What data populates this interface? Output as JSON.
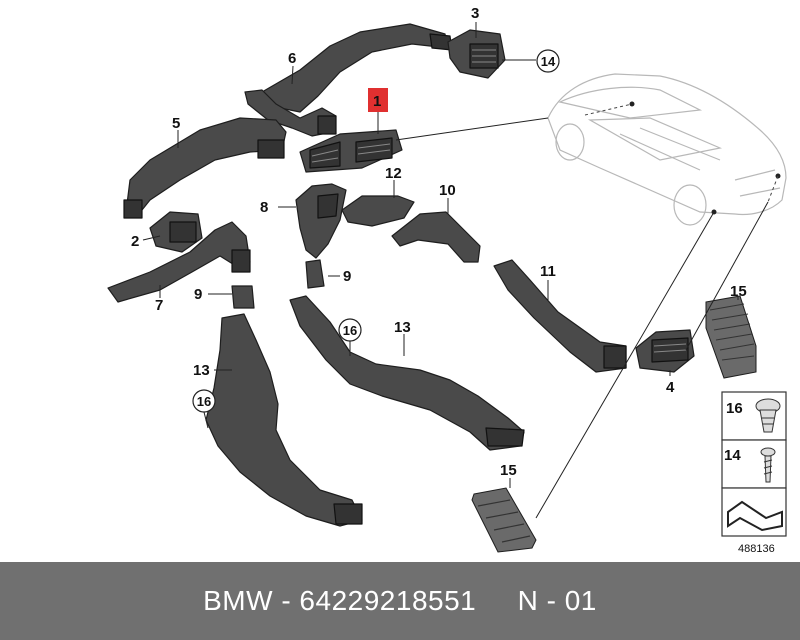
{
  "diagram": {
    "callouts": {
      "p1": "1",
      "p2": "2",
      "p3": "3",
      "p4": "4",
      "p5": "5",
      "p6": "6",
      "p7": "7",
      "p8": "8",
      "p9a": "9",
      "p9b": "9",
      "p10": "10",
      "p11": "11",
      "p12": "12",
      "p13a": "13",
      "p13b": "13",
      "p14": "14",
      "p15a": "15",
      "p15b": "15",
      "p16a": "16",
      "p16b": "16"
    },
    "legend": {
      "clip_label": "16",
      "screw_label": "14"
    },
    "reference_number": "488136",
    "highlight_color": "#e03030"
  },
  "footer": {
    "text": "BMW - 64229218551     N - 01"
  }
}
